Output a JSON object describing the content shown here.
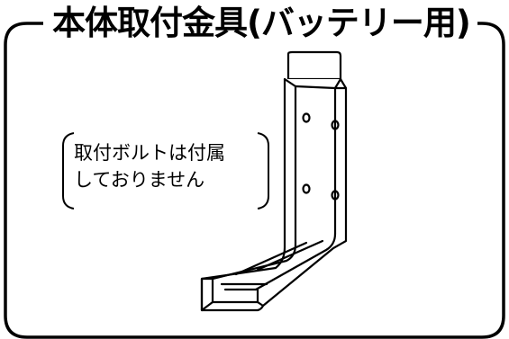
{
  "figure": {
    "title": "本体取付金具(バッテリー用)",
    "note_lines": [
      "取付ボルトは付属",
      "しておりません"
    ]
  }
}
